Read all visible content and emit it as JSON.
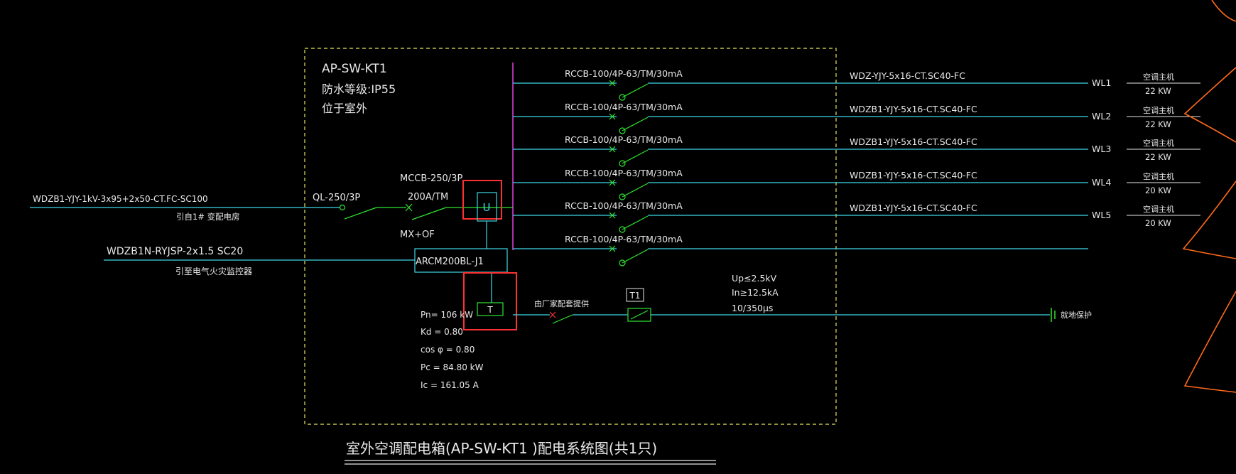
{
  "colors": {
    "background": "#000000",
    "cyan": "#3ed8e6",
    "green": "#2ee62e",
    "white": "#e8e8e8",
    "yellow": "#e6e65a",
    "magenta": "#d23cd2",
    "red": "#ff3030",
    "orange": "#ff6a1a"
  },
  "panel": {
    "name": "AP-SW-KT1",
    "protection": "防水等级:IP55",
    "location": "位于室外"
  },
  "incoming": {
    "cable": "WDZB1-YJY-1kV-3x95+2x50-CT.FC-SC100",
    "source": "引自1# 变配电房",
    "isolator": "QL-250/3P",
    "breaker": "MCCB-250/3P",
    "breaker_rating": "200A/TM",
    "breaker_aux": "MX+OF"
  },
  "fire_monitor": {
    "cable": "WDZB1N-RYJSP-2x1.5  SC20",
    "dest": "引至电气火灾监控器",
    "device": "ARCM200BL-J1"
  },
  "branches": [
    {
      "breaker": "RCCB-100/4P-63/TM/30mA",
      "cable": "WDZ-YJY-5x16-CT.SC40-FC",
      "circuit": "WL1",
      "load": "空调主机",
      "power": "22  KW"
    },
    {
      "breaker": "RCCB-100/4P-63/TM/30mA",
      "cable": "WDZB1-YJY-5x16-CT.SC40-FC",
      "circuit": "WL2",
      "load": "空调主机",
      "power": "22  KW"
    },
    {
      "breaker": "RCCB-100/4P-63/TM/30mA",
      "cable": "WDZB1-YJY-5x16-CT.SC40-FC",
      "circuit": "WL3",
      "load": "空调主机",
      "power": "22  KW"
    },
    {
      "breaker": "RCCB-100/4P-63/TM/30mA",
      "cable": "WDZB1-YJY-5x16-CT.SC40-FC",
      "circuit": "WL4",
      "load": "空调主机",
      "power": "20  KW"
    },
    {
      "breaker": "RCCB-100/4P-63/TM/30mA",
      "cable": "WDZB1-YJY-5x16-CT.SC40-FC",
      "circuit": "WL5",
      "load": "空调主机",
      "power": "20  KW"
    },
    {
      "breaker": "RCCB-100/4P-63/TM/30mA",
      "cable": "",
      "circuit": "",
      "load": "",
      "power": ""
    }
  ],
  "transformer_label": "T",
  "meter_label": "U",
  "calc": [
    "Pn=  106   kW",
    "Kd  = 0.80",
    "cos φ  = 0.80",
    "Pc  = 84.80   kW",
    "Ic  = 161.05    A"
  ],
  "spd": {
    "supplier_note": "由厂家配套提供",
    "label": "T1",
    "up": "Up≤2.5kV",
    "in": "In≥12.5kA",
    "wave": "10/350μs",
    "ground": "就地保护"
  },
  "title": "室外空调配电箱(AP-SW-KT1  )配电系统图(共1只)"
}
